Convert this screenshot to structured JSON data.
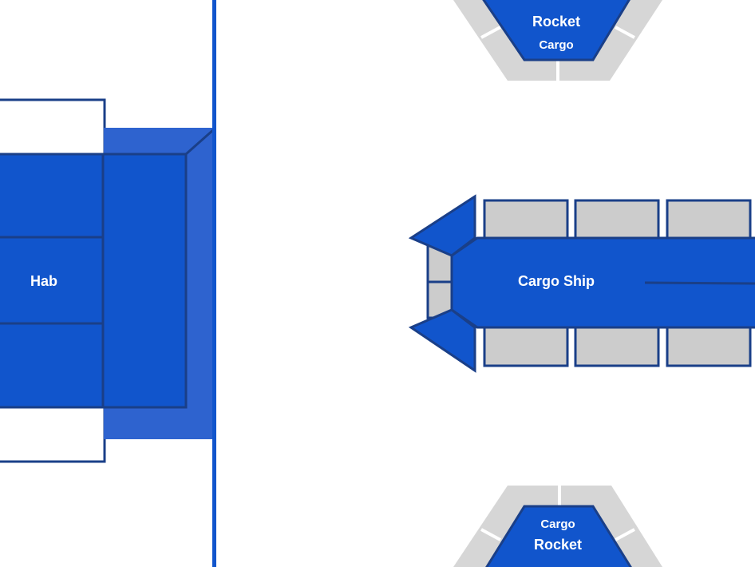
{
  "field": {
    "hab": {
      "label": "Hab"
    },
    "cargo_ship": {
      "label": "Cargo Ship"
    },
    "rocket_top": {
      "title": "Rocket",
      "subtitle": "Cargo"
    },
    "rocket_bottom": {
      "title": "Rocket",
      "subtitle": "Cargo"
    }
  },
  "colors": {
    "alliance_blue": "#1155cc",
    "light_blue": "#2e63cf",
    "outline": "#1a3f88",
    "bay_gray": "#cccccc",
    "rocket_gray": "#d6d6d6",
    "white": "#ffffff"
  }
}
